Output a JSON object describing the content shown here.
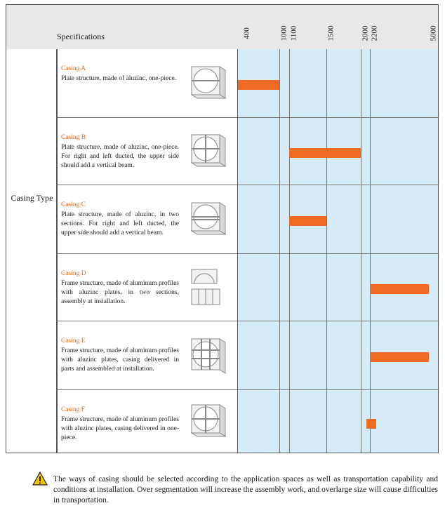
{
  "header": {
    "title": "Specifications"
  },
  "ticks": [
    "400",
    "1000",
    "1100",
    "1500",
    "2000",
    "2200",
    "5000"
  ],
  "left_label": "Casing Type",
  "casings": [
    {
      "name": "Casing A",
      "text": "Plate structure, made of aluzinc, one-piece.",
      "icon": "casing-a-icon"
    },
    {
      "name": "Casing B",
      "text": "Plate structure, made of aluzinc, one-piece. For right and left ducted, the upper side should add a vertical beam.",
      "icon": "casing-b-icon"
    },
    {
      "name": "Casing C",
      "text": "Plate structure, made of aluzinc, in two sections. For right and left ducted, the upper side should add a vertical beam.",
      "icon": "casing-c-icon"
    },
    {
      "name": "Casing D",
      "text": "Frame structure, made of aluminum profiles with aluzinc plates, in two sections, assembly at installation.",
      "icon": "casing-d-icon"
    },
    {
      "name": "Casing E",
      "text": "Frame structure, made of aluminum profiles with aluzinc plates, casing delivered in parts and assembled at installation.",
      "icon": "casing-e-icon"
    },
    {
      "name": "Casing F",
      "text": "Frame structure, made of aluminum profiles with aluzinc plates, casing delivered in one-piece.",
      "icon": "casing-f-icon"
    }
  ],
  "ranges": [
    {
      "from": "400",
      "to": "1000"
    },
    {
      "from": "1100",
      "to": "2000"
    },
    {
      "from": "1100",
      "to": "1500"
    },
    {
      "from": "2200",
      "to": "5000"
    },
    {
      "from": "2200",
      "to": "5000"
    },
    {
      "from": "2200",
      "to": "2200"
    }
  ],
  "note": "The ways of casing should be selected according to the application spaces as well as transportation capability and conditions at installation. Over segmentation will increase the assembly work, and overlarge size will cause difficulties in transportation.",
  "colors": {
    "bar": "#ee6b21",
    "chart_bg": "#d6ebf8",
    "casing_name": "#e36a1c",
    "header_bg": "#e8e8e8"
  }
}
